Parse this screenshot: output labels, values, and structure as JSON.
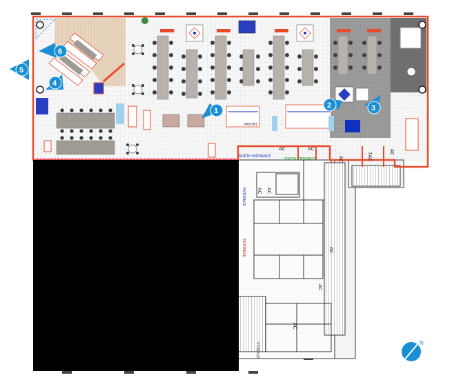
{
  "markers": [
    {
      "id": "1",
      "label": "1"
    },
    {
      "id": "2",
      "label": "2"
    },
    {
      "id": "3",
      "label": "3"
    },
    {
      "id": "4",
      "label": "4"
    },
    {
      "id": "5",
      "label": "5"
    },
    {
      "id": "6",
      "label": "6"
    }
  ],
  "ac_labels": [
    "AC",
    "AC",
    "AC",
    "7AC",
    "AC",
    "AC",
    "AC",
    "AC",
    "AC",
    "AC"
  ],
  "entrances": {
    "north": "NORTH ENTRANCE",
    "south": "SOUTH ENTRANCE",
    "entrance_blue": "ENTRANCE",
    "entrance_red": "ENTRANCE"
  },
  "room_labels": {
    "pantry": "PANTRY",
    "storage": "STORAGE"
  },
  "colors": {
    "wall": "#e84a2a",
    "marker": "#1b8fd4",
    "redacted": "#000000",
    "grid": "#d9d9d9",
    "desk": "#a09a94"
  },
  "compass": "N"
}
